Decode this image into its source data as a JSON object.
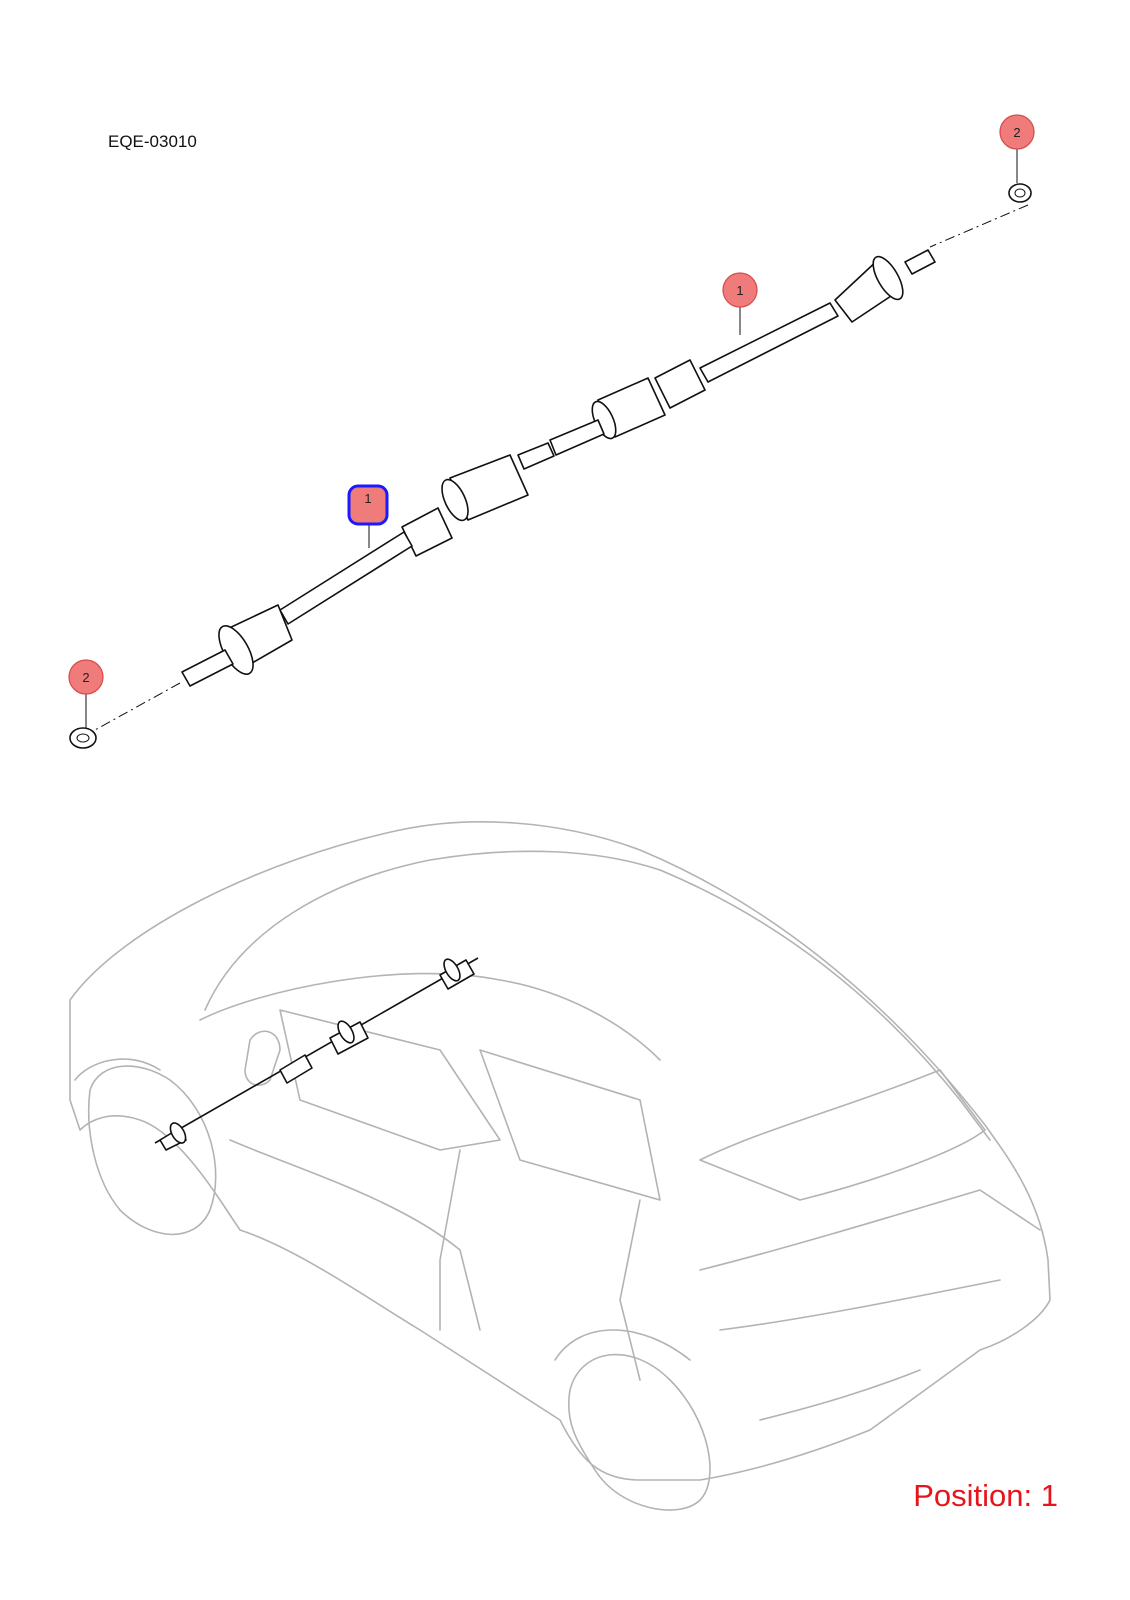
{
  "drawing_code": "EQE-03010",
  "position_label": "Position: 1",
  "colors": {
    "callout_fill": "#f07b7b",
    "highlight": "#1a1aff",
    "position_text": "#e8141c",
    "car_outline": "#b3b3b3"
  },
  "callouts": [
    {
      "id": "callout-2-top-right",
      "label": "2",
      "selected": false
    },
    {
      "id": "callout-1-right",
      "label": "1",
      "selected": false
    },
    {
      "id": "callout-1-left",
      "label": "1",
      "selected": true
    },
    {
      "id": "callout-2-bottom-left",
      "label": "2",
      "selected": false
    }
  ]
}
